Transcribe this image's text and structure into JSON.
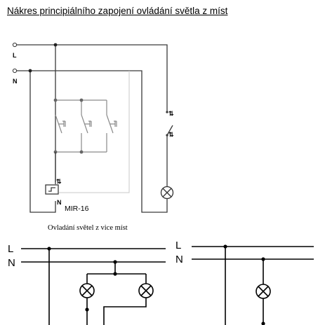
{
  "title": "Nákres principiálního zapojení ovládání světla z míst",
  "caption": "Ovladání světel z vice míst",
  "upper_diagram": {
    "terminal_l": "L",
    "terminal_n": "N",
    "relay_name": "MIR-16",
    "relay_terminal_n": "N",
    "relay_terminal_switch": "⇅",
    "remote_switch_top": "⇅",
    "remote_switch_bottom": "⇅",
    "lamp_icon": "lamp-cross-icon",
    "switch_icon": "pushbutton-icon",
    "relay_icon": "relay-coil-icon"
  },
  "lower_left_diagram": {
    "label_l": "L",
    "label_n": "N",
    "lamps": 2
  },
  "lower_right_diagram": {
    "label_l": "L",
    "label_n": "N",
    "lamps": 1
  },
  "colors": {
    "wire": "#3a3a3a",
    "switch_wire": "#8a8a8a",
    "light_wire": "#c8c8c8",
    "text": "#000000"
  }
}
